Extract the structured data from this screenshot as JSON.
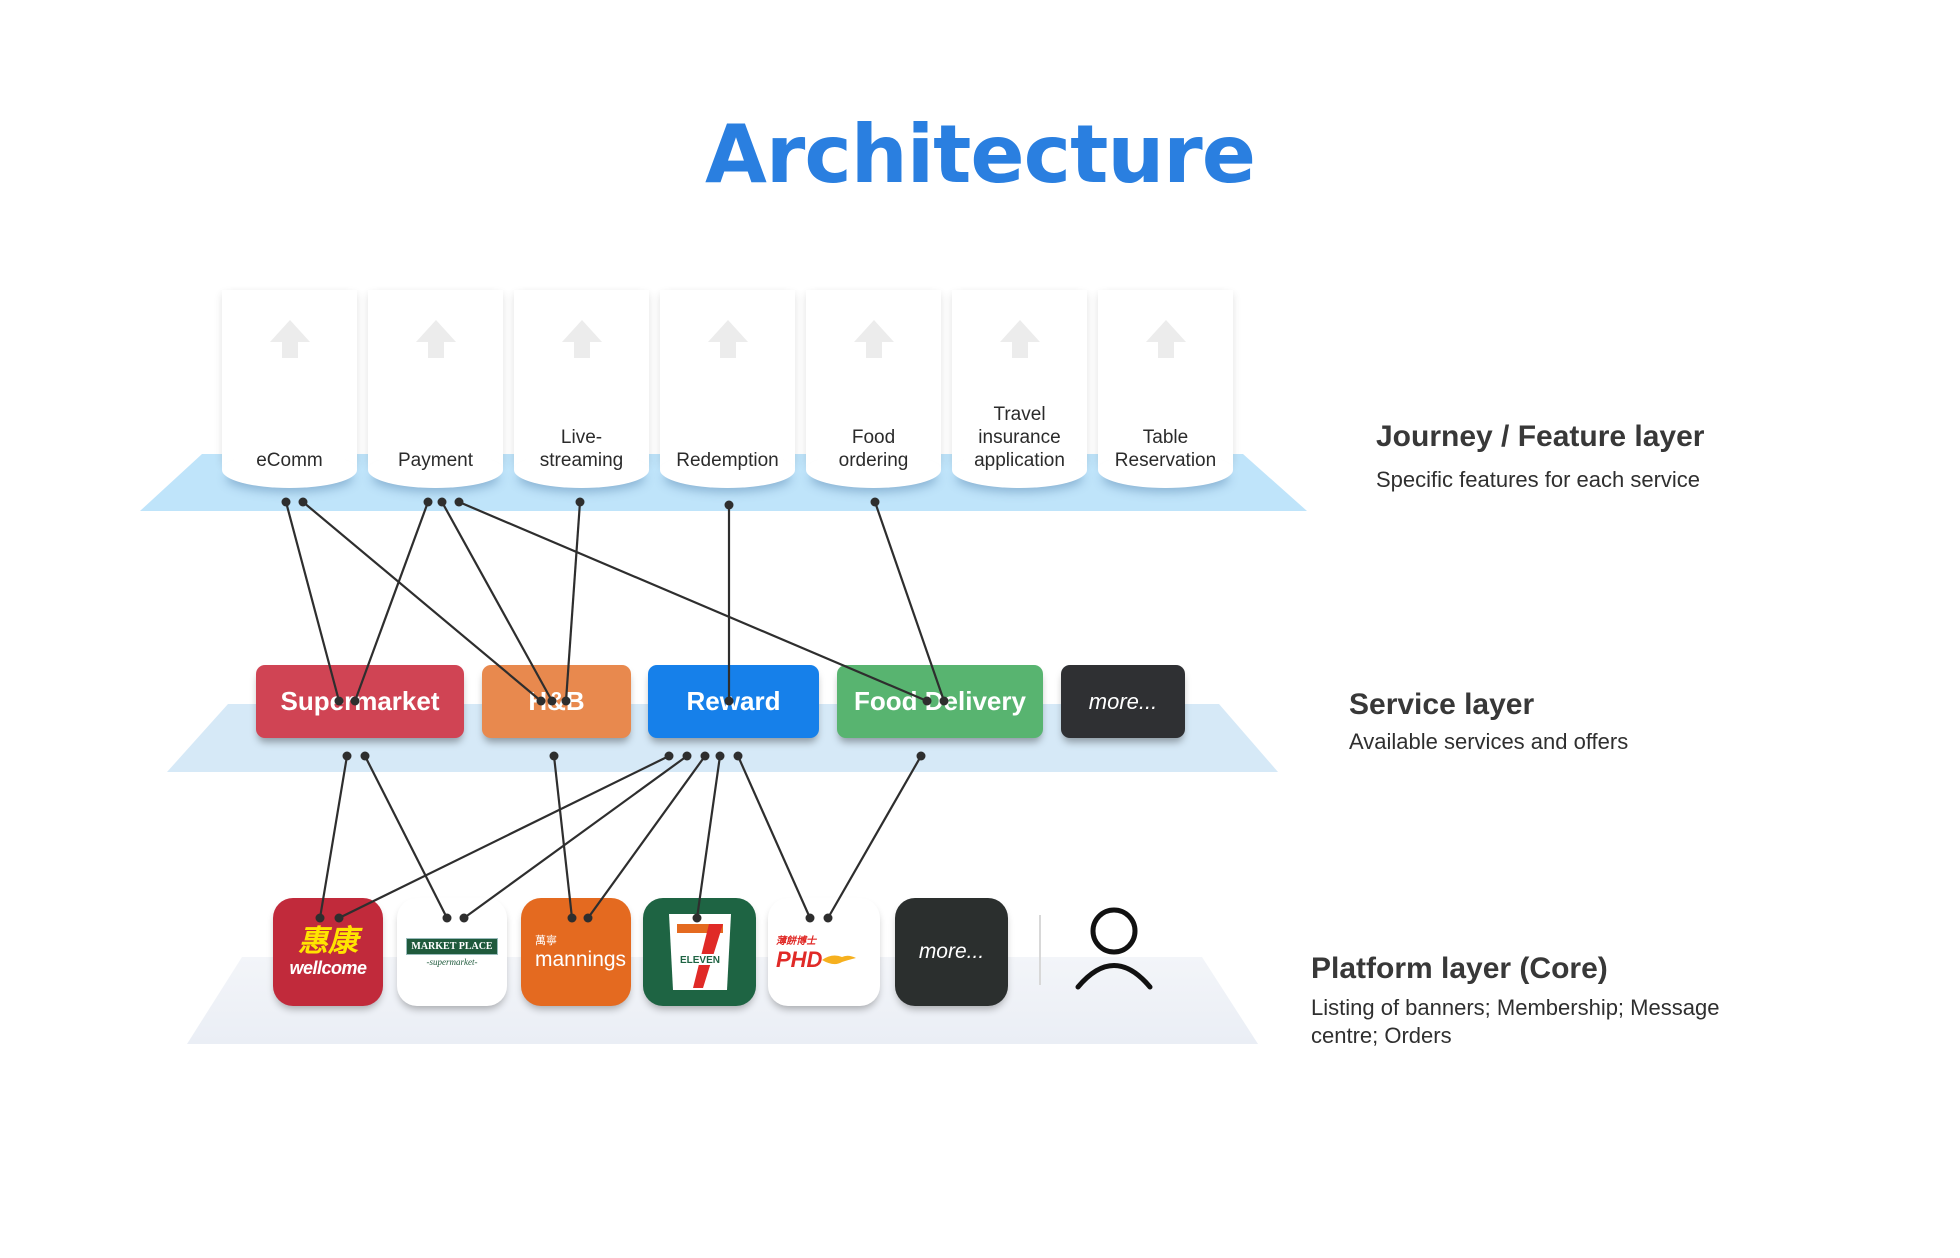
{
  "title": "Architecture",
  "colors": {
    "title": "#2a7fe0",
    "journey_plate": "#bfe4fa",
    "service_plate": "#d6e9f7",
    "platform_plate": "#eef1f7",
    "connector": "#2e2e2e"
  },
  "journey_layer": {
    "heading": "Journey / Feature layer",
    "description": "Specific features for each service",
    "features": [
      {
        "label": "eComm",
        "icon": "arrow-up-icon"
      },
      {
        "label": "Payment",
        "icon": "arrow-up-icon"
      },
      {
        "label": "Live-\nstreaming",
        "icon": "arrow-up-icon"
      },
      {
        "label": "Redemption",
        "icon": "arrow-up-icon"
      },
      {
        "label": "Food\nordering",
        "icon": "arrow-up-icon"
      },
      {
        "label": "Travel\ninsurance\napplication",
        "icon": "arrow-up-icon"
      },
      {
        "label": "Table\nReservation",
        "icon": "arrow-up-icon"
      }
    ]
  },
  "service_layer": {
    "heading": "Service layer",
    "description": "Available services and offers",
    "services": [
      {
        "label": "Supermarket",
        "color": "#d04454"
      },
      {
        "label": "H&B",
        "color": "#e8894e"
      },
      {
        "label": "Reward",
        "color": "#1680ea"
      },
      {
        "label": "Food Delivery",
        "color": "#58b470"
      },
      {
        "label": "more...",
        "color": "#2f3033"
      }
    ]
  },
  "platform_layer": {
    "heading": "Platform layer (Core)",
    "description": "Listing of banners; Membership; Message centre; Orders",
    "apps": [
      {
        "name": "Wellcome",
        "zh": "惠康",
        "text": "wellcome",
        "color": "#c12a3b"
      },
      {
        "name": "Market Place",
        "text": "MARKET PLACE",
        "sub": "-supermarket-",
        "color": "#ffffff"
      },
      {
        "name": "Mannings",
        "zh": "萬寧",
        "text": "mannings",
        "color": "#e46a20"
      },
      {
        "name": "7-Eleven",
        "text": "ELEVEN",
        "color": "#1e6443"
      },
      {
        "name": "PHD",
        "zh": "薄餅博士",
        "text": "PHD",
        "color": "#ffffff"
      },
      {
        "name": "more",
        "text": "more...",
        "color": "#2b2f2e"
      }
    ],
    "user_icon": "user-icon"
  },
  "connections": {
    "journey_to_service": [
      {
        "from": "eComm",
        "to": "Supermarket"
      },
      {
        "from": "eComm",
        "to": "H&B"
      },
      {
        "from": "Payment",
        "to": "Supermarket"
      },
      {
        "from": "Payment",
        "to": "H&B"
      },
      {
        "from": "Payment",
        "to": "Food Delivery"
      },
      {
        "from": "Live-streaming",
        "to": "H&B"
      },
      {
        "from": "Redemption",
        "to": "Reward"
      },
      {
        "from": "Food ordering",
        "to": "Food Delivery"
      }
    ],
    "service_to_platform": [
      {
        "from": "Supermarket",
        "to": "Wellcome"
      },
      {
        "from": "Supermarket",
        "to": "Market Place"
      },
      {
        "from": "H&B",
        "to": "Mannings"
      },
      {
        "from": "Reward",
        "to": "Wellcome"
      },
      {
        "from": "Reward",
        "to": "Market Place"
      },
      {
        "from": "Reward",
        "to": "Mannings"
      },
      {
        "from": "Reward",
        "to": "7-Eleven"
      },
      {
        "from": "Reward",
        "to": "PHD"
      },
      {
        "from": "Food Delivery",
        "to": "PHD"
      }
    ]
  }
}
